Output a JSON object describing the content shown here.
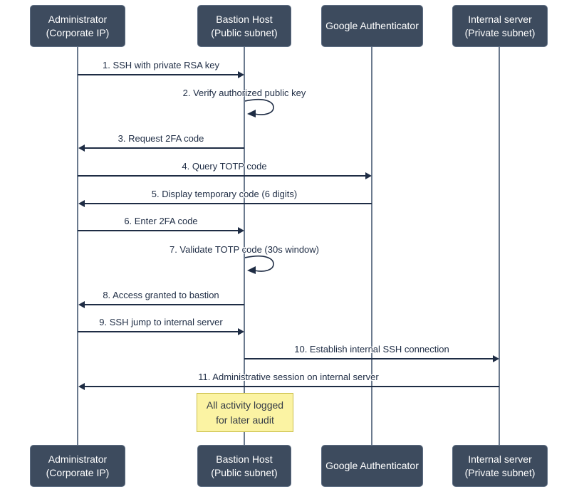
{
  "diagram_type": "ssh-bastion-2fa-sequence",
  "actors": [
    {
      "id": "administrator",
      "label": "Administrator\n(Corporate IP)"
    },
    {
      "id": "bastion-host",
      "label": "Bastion Host\n(Public subnet)"
    },
    {
      "id": "google-authenticator",
      "label": "Google Authenticator"
    },
    {
      "id": "internal-server",
      "label": "Internal server\n(Private subnet)"
    }
  ],
  "messages": [
    {
      "seq": "1",
      "from": "administrator",
      "to": "bastion-host",
      "type": "solid-arrow",
      "label": "1. SSH with private RSA key"
    },
    {
      "seq": "2",
      "from": "bastion-host",
      "to": "bastion-host",
      "type": "self-loop",
      "label": "2. Verify authorized public key"
    },
    {
      "seq": "3",
      "from": "bastion-host",
      "to": "administrator",
      "type": "solid-arrow",
      "label": "3. Request 2FA code"
    },
    {
      "seq": "4",
      "from": "administrator",
      "to": "google-authenticator",
      "type": "solid-arrow",
      "label": "4. Query TOTP code"
    },
    {
      "seq": "5",
      "from": "google-authenticator",
      "to": "administrator",
      "type": "solid-arrow",
      "label": "5. Display temporary code (6 digits)"
    },
    {
      "seq": "6",
      "from": "administrator",
      "to": "bastion-host",
      "type": "solid-arrow",
      "label": "6. Enter 2FA code"
    },
    {
      "seq": "7",
      "from": "bastion-host",
      "to": "bastion-host",
      "type": "self-loop",
      "label": "7. Validate TOTP code (30s window)"
    },
    {
      "seq": "8",
      "from": "bastion-host",
      "to": "administrator",
      "type": "solid-arrow",
      "label": "8. Access granted to bastion"
    },
    {
      "seq": "9",
      "from": "administrator",
      "to": "bastion-host",
      "type": "solid-arrow",
      "label": "9. SSH jump to internal server"
    },
    {
      "seq": "10",
      "from": "bastion-host",
      "to": "internal-server",
      "type": "solid-arrow",
      "label": "10. Establish internal SSH connection"
    },
    {
      "seq": "11",
      "from": "internal-server",
      "to": "administrator",
      "type": "solid-arrow",
      "label": "11. Administrative session on internal server"
    }
  ],
  "note": {
    "anchor": "bastion-host",
    "label": "All activity logged\nfor later audit"
  },
  "colors": {
    "background": "#ffffff",
    "actor_fill": "#3d4b5e",
    "actor_border": "#5d6d82",
    "actor_text": "#ffffff",
    "signal": "#1e2c44",
    "lifeline": "#6b7a8e",
    "note_fill": "#fbf3a3",
    "note_border": "#c9bd48",
    "note_text": "#343b46"
  }
}
